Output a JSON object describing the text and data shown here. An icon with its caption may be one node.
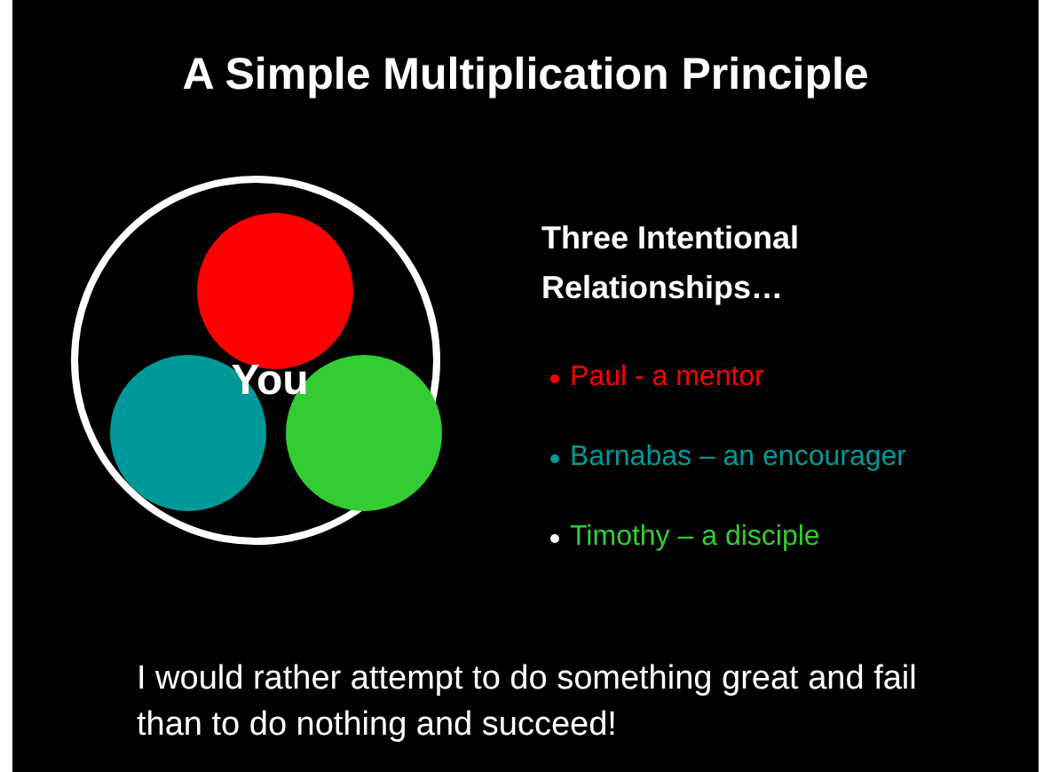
{
  "diagram": {
    "title": "A Simple Multiplication Principle",
    "nodes": [
      {
        "text": [
          "You"
        ]
      },
      {
        "text": [],
        "shape": "circle",
        "in": 0
      },
      {
        "text": [],
        "shape": "circle",
        "in": 0
      },
      {
        "text": [],
        "shape": "circle",
        "in": 0
      }
    ],
    "labels": [
      "Three Intentional Relationships…",
      "Paul -  a mentor",
      "Barnabas – an encourager",
      "Timothy – a disciple",
      "I would rather attempt to do something great and fail than to do nothing and succeed!"
    ]
  }
}
